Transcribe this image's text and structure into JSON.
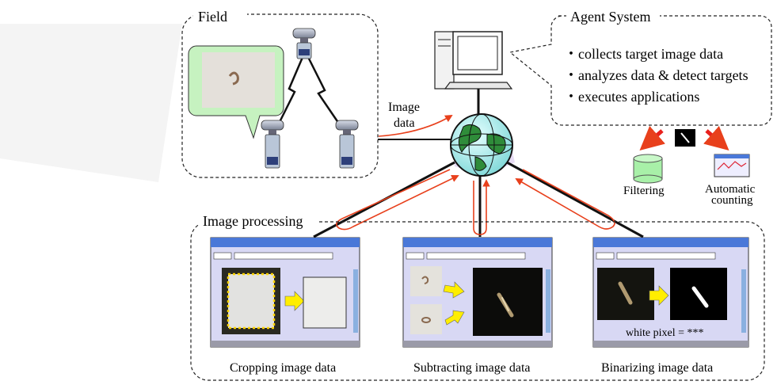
{
  "field": {
    "title": "Field"
  },
  "agent": {
    "title": "Agent System",
    "bullets": [
      "collects target image data",
      "analyzes data & detect targets",
      "executes applications"
    ]
  },
  "image_data_label": {
    "line1": "Image",
    "line2": "data"
  },
  "outputs": {
    "filtering": "Filtering",
    "counting_line1": "Automatic",
    "counting_line2": "counting"
  },
  "processing": {
    "title": "Image processing",
    "panels": [
      {
        "caption": "Cropping image data"
      },
      {
        "caption": "Subtracting image data",
        "note": ""
      },
      {
        "caption": "Binarizing image data",
        "note": "white pixel = ***"
      }
    ]
  },
  "colors": {
    "arrow_red": "#e8401c",
    "window_blue": "#4a78d8",
    "window_body": "#d8d8f4",
    "callout_green": "#c6f2c0",
    "dashed": "#222222"
  }
}
